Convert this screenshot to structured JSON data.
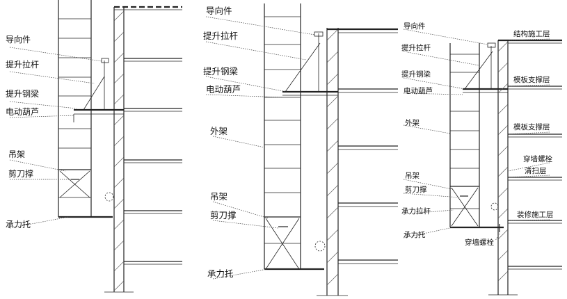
{
  "panels": [
    {
      "id": "left",
      "labels": [
        "导向件",
        "提升拉杆",
        "提升钢梁",
        "电动葫芦",
        "吊架",
        "剪刀撑",
        "承力托"
      ]
    },
    {
      "id": "middle",
      "labels": [
        "导向件",
        "提升拉杆",
        "提升钢梁",
        "电动葫芦",
        "外架",
        "吊架",
        "剪刀撑",
        "承力托"
      ]
    },
    {
      "id": "right",
      "left_labels": [
        "导向件",
        "提升拉杆",
        "提升钢梁",
        "电动葫芦",
        "外架",
        "吊架",
        "剪刀撑",
        "承力拉杆",
        "承力托"
      ],
      "right_labels": [
        "结构施工层",
        "模板支撑层",
        "模板支撑层",
        "穿墙螺栓",
        "清扫层",
        "装修施工层"
      ],
      "bottom_label": "穿墙螺栓"
    }
  ],
  "colors": {
    "line": "#222222",
    "text": "#111111",
    "background": "#ffffff"
  }
}
